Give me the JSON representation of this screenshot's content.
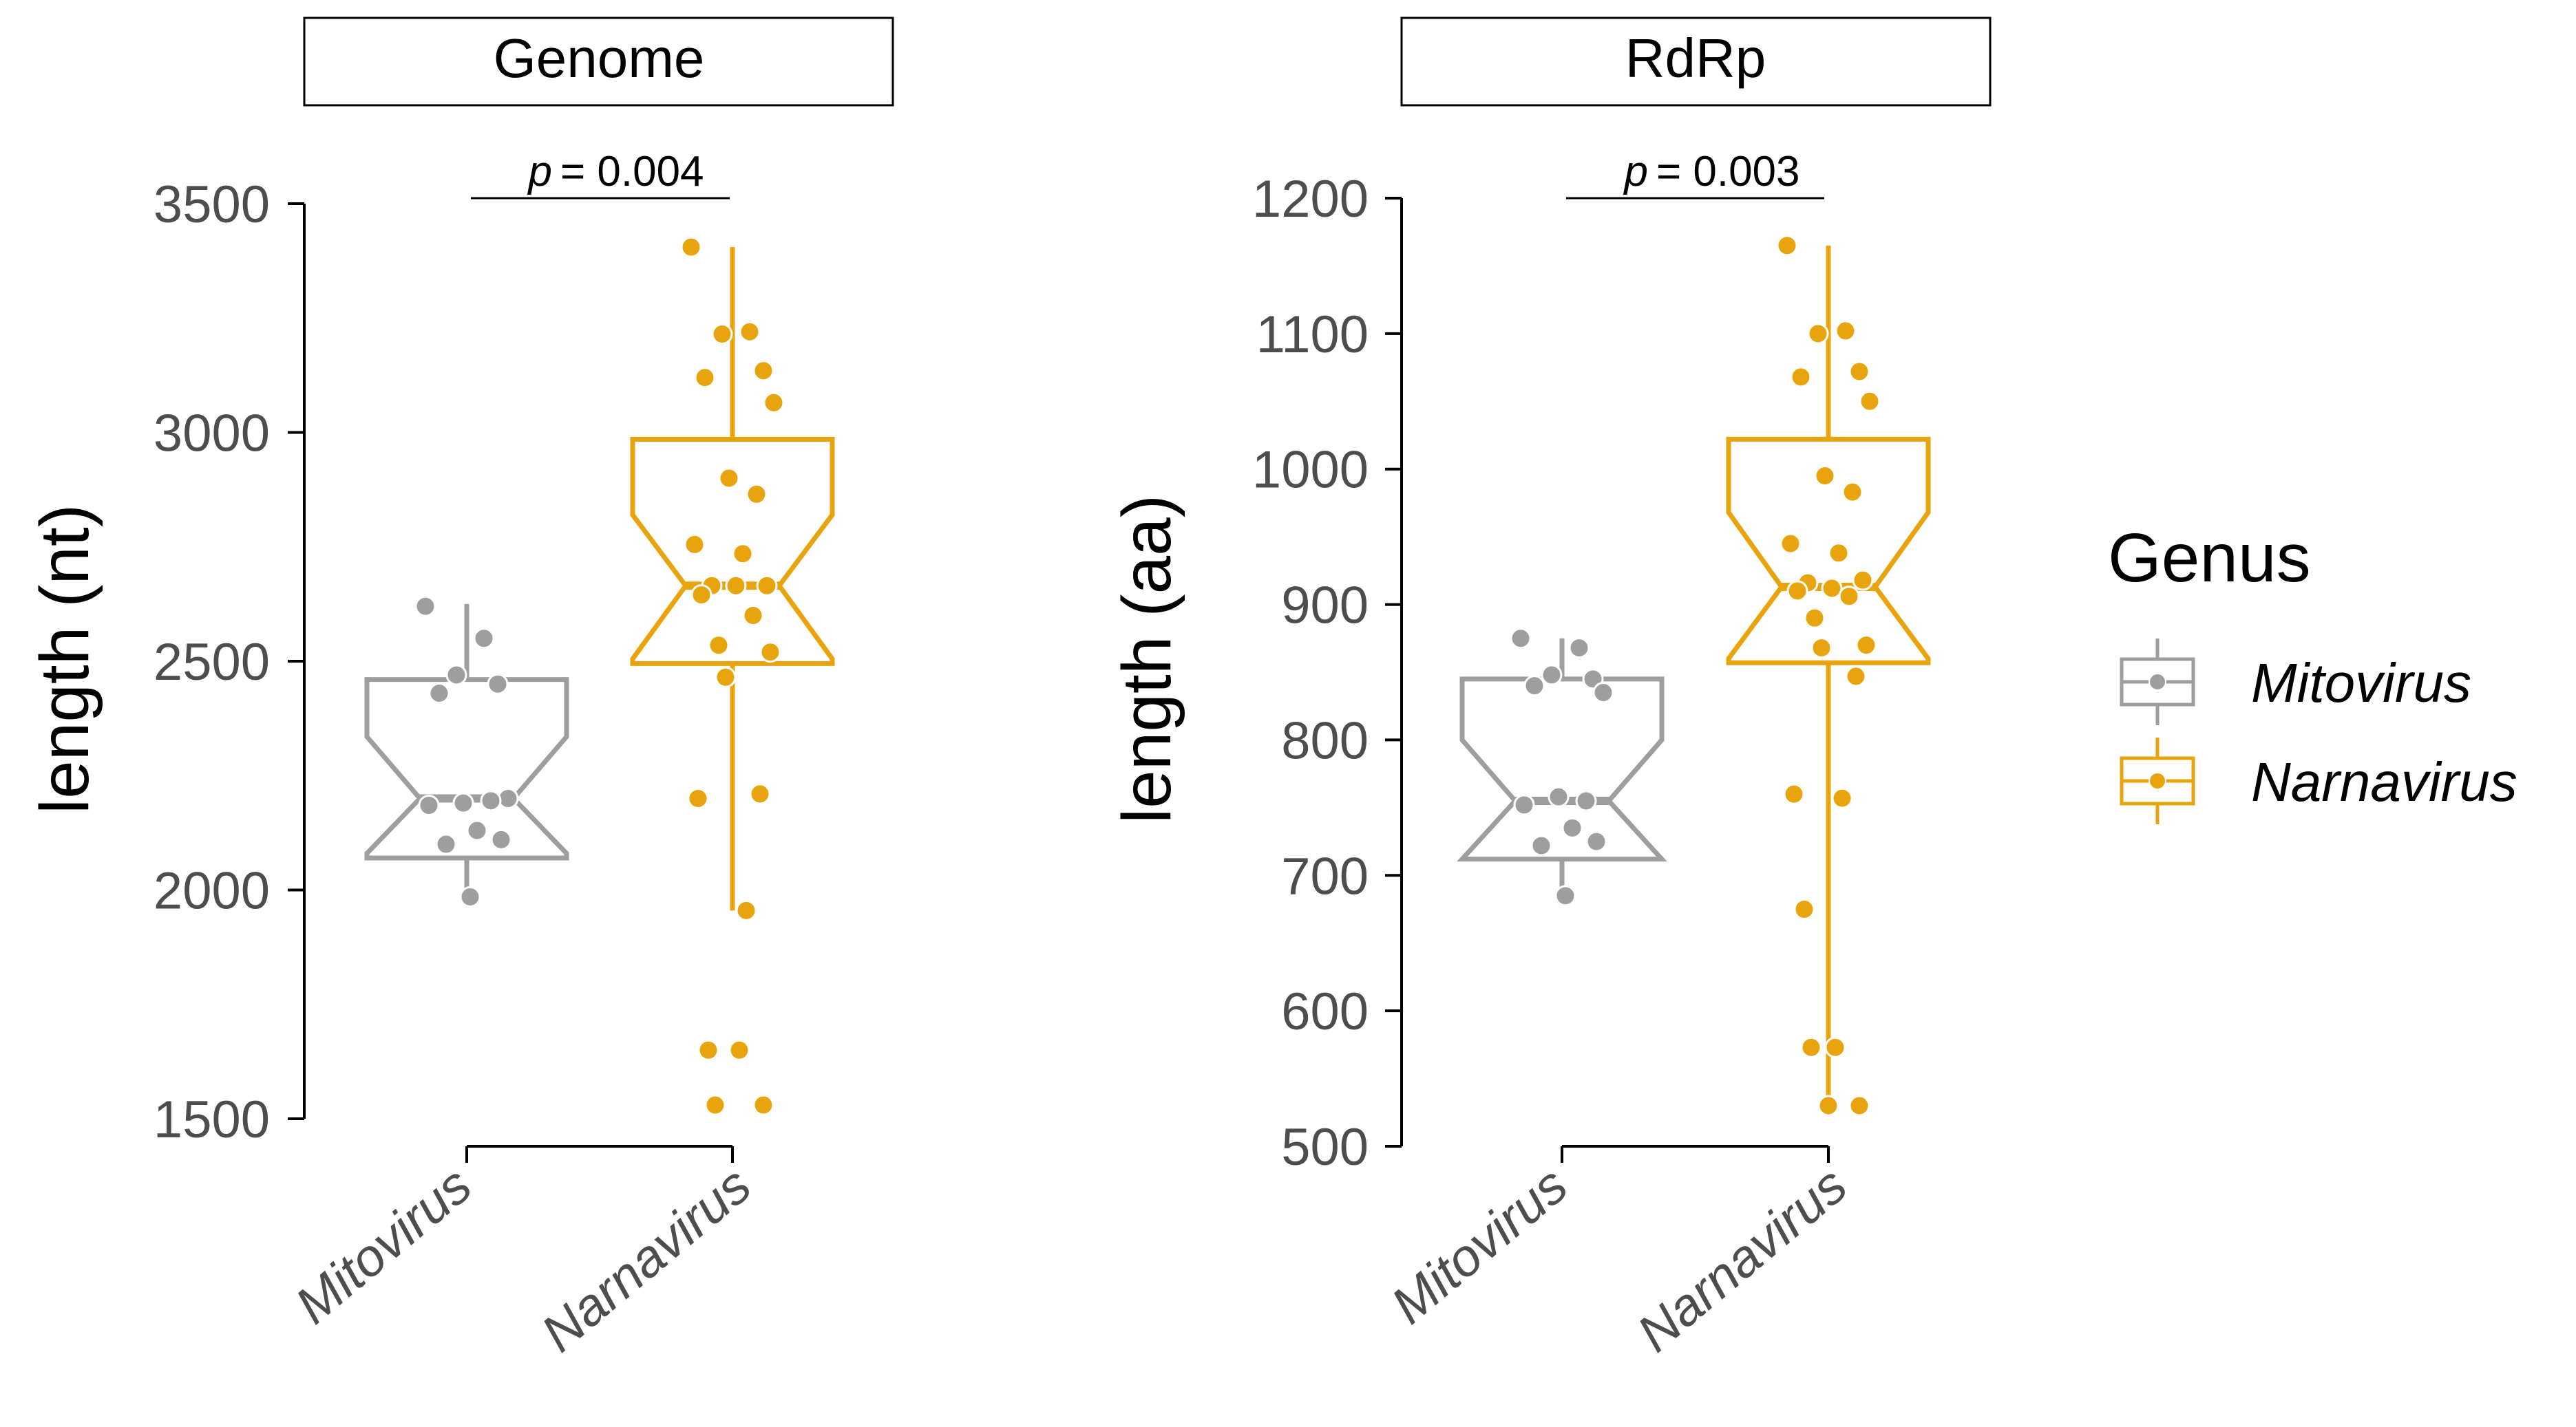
{
  "legend": {
    "title": "Genus",
    "entries": [
      {
        "label": "Mitovirus",
        "color": "#9e9e9e"
      },
      {
        "label": "Narnavirus",
        "color": "#e8a40d"
      }
    ]
  },
  "chart_data": [
    {
      "type": "box",
      "title": "Genome",
      "xlabel": "",
      "ylabel": "length (nt)",
      "ylim": [
        1500,
        3500
      ],
      "yticks": [
        1500,
        2000,
        2500,
        3000,
        3500
      ],
      "categories": [
        "Mitovirus",
        "Narnavirus"
      ],
      "significance": {
        "p_label": "p",
        "p_value": "= 0.004"
      },
      "boxes": [
        {
          "name": "Mitovirus",
          "lower_whisker": 1985,
          "q1": 2070,
          "median": 2200,
          "q3": 2460,
          "upper_whisker": 2625,
          "notch_low": 2080,
          "notch_high": 2335
        },
        {
          "name": "Narnavirus",
          "lower_whisker": 1955,
          "q1": 2495,
          "median": 2665,
          "q3": 2985,
          "upper_whisker": 3405,
          "notch_low": 2505,
          "notch_high": 2820
        }
      ],
      "points": [
        {
          "series": "Mitovirus",
          "values": [
            2620,
            2550,
            2470,
            2450,
            2430,
            2200,
            2190,
            2195,
            2185,
            2130,
            2110,
            2100,
            1985
          ]
        },
        {
          "series": "Narnavirus",
          "values": [
            3405,
            3220,
            3215,
            3135,
            3120,
            3065,
            2900,
            2865,
            2755,
            2735,
            2665,
            2665,
            2665,
            2645,
            2600,
            2535,
            2520,
            2465,
            2210,
            2200,
            1955,
            1650,
            1650,
            1530,
            1530
          ]
        }
      ]
    },
    {
      "type": "box",
      "title": "RdRp",
      "xlabel": "",
      "ylabel": "length (aa)",
      "ylim": [
        500,
        1200
      ],
      "yticks": [
        500,
        600,
        700,
        800,
        900,
        1000,
        1100,
        1200
      ],
      "categories": [
        "Mitovirus",
        "Narnavirus"
      ],
      "significance": {
        "p_label": "p",
        "p_value": "= 0.003"
      },
      "boxes": [
        {
          "name": "Mitovirus",
          "lower_whisker": 685,
          "q1": 712,
          "median": 755,
          "q3": 845,
          "upper_whisker": 875,
          "notch_low": 712,
          "notch_high": 800
        },
        {
          "name": "Narnavirus",
          "lower_whisker": 530,
          "q1": 857,
          "median": 913,
          "q3": 1022,
          "upper_whisker": 1165,
          "notch_low": 860,
          "notch_high": 968
        }
      ],
      "points": [
        {
          "series": "Mitovirus",
          "values": [
            875,
            868,
            848,
            845,
            840,
            835,
            758,
            755,
            752,
            735,
            725,
            722,
            685
          ]
        },
        {
          "series": "Narnavirus",
          "values": [
            1165,
            1102,
            1100,
            1072,
            1068,
            1050,
            995,
            983,
            945,
            938,
            918,
            916,
            912,
            910,
            906,
            890,
            870,
            868,
            847,
            760,
            757,
            675,
            573,
            573,
            530,
            530
          ]
        }
      ]
    }
  ]
}
